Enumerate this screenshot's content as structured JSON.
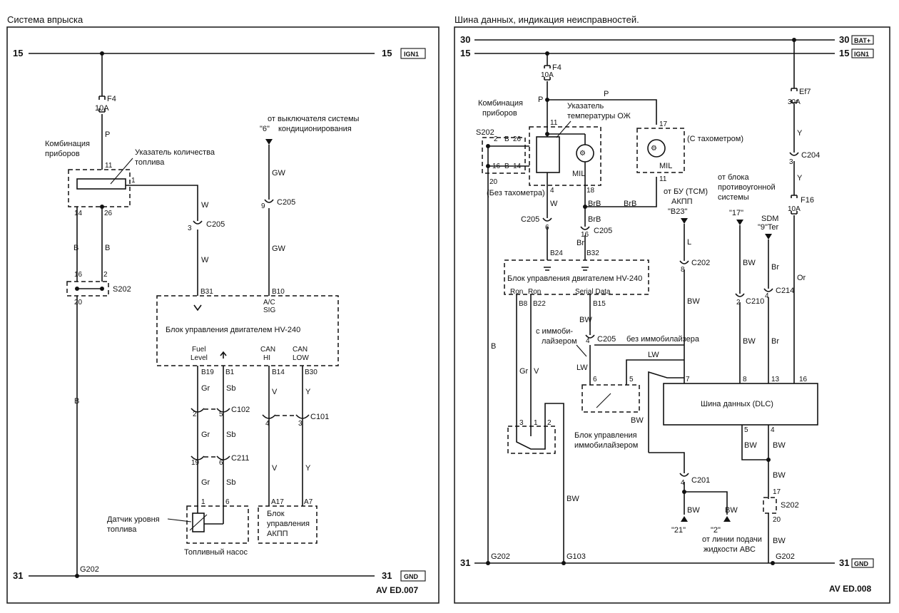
{
  "left": {
    "title": "Система впрыска",
    "bus_top": {
      "left_num": "15",
      "right_num": "15",
      "tag": "IGN1"
    },
    "bus_bottom": {
      "left_num": "31",
      "right_num": "31",
      "tag": "GND"
    },
    "fuse": {
      "name": "F4",
      "rating": "10A"
    },
    "wire_p": "P",
    "cluster_label_1": "Комбинация",
    "cluster_label_2": "приборов",
    "fuel_gauge_1": "Указатель количества",
    "fuel_gauge_2": "топлива",
    "pins": {
      "p11": "11",
      "p1": "1",
      "p14": "14",
      "p26": "26",
      "p16": "16",
      "p2": "2",
      "p20": "20",
      "pB31": "B31",
      "pB10": "B10",
      "pB19": "B19",
      "pB1": "B1",
      "pB14": "B14",
      "pB30": "B30",
      "c3": "3",
      "c9": "9",
      "c2": "2",
      "c5": "5",
      "c19": "19",
      "c6": "6",
      "c4": "4",
      "c3b": "3",
      "p1b": "1",
      "p6b": "6",
      "pA17": "A17",
      "pA7": "A7"
    },
    "wires": {
      "B1": "B",
      "B2": "B",
      "W1": "W",
      "W2": "W",
      "GW1": "GW",
      "GW2": "GW",
      "Gr1": "Gr",
      "Sb1": "Sb",
      "Gr2": "Gr",
      "Sb2": "Sb",
      "Gr3": "Gr",
      "Sb3": "Sb",
      "V1": "V",
      "Y1": "Y",
      "V2": "V",
      "Y2": "Y",
      "B3": "B"
    },
    "c205": "C205",
    "c205b": "C205",
    "s202": "S202",
    "c102": "C102",
    "c211": "C211",
    "c101": "C101",
    "ac_from_1": "от выключателя системы",
    "ac_from_2": "кондиционирования",
    "ac_pin": "\"6\"",
    "ecu_label": "Блок управления двигателем HV-240",
    "ac_sig_1": "A/C",
    "ac_sig_2": "SIG",
    "fuel_level_1": "Fuel",
    "fuel_level_2": "Level",
    "can_hi_1": "CAN",
    "can_hi_2": "HI",
    "can_low_1": "CAN",
    "can_low_2": "LOW",
    "sensor_1": "Датчик уровня",
    "sensor_2": "топлива",
    "pump": "Топливный насос",
    "tcm_1": "Блок",
    "tcm_2": "управления",
    "tcm_3": "АКПП",
    "ground": "G202",
    "ref": "AV ED.007"
  },
  "right": {
    "title": "Шина данных, индикация неисправностей.",
    "bus_30": {
      "left_num": "30",
      "right_num": "30",
      "tag": "BAT+"
    },
    "bus_15": {
      "left_num": "15",
      "right_num": "15",
      "tag": "IGN1"
    },
    "bus_31": {
      "left_num": "31",
      "right_num": "31",
      "tag": "GND"
    },
    "fuse_f4": {
      "name": "F4",
      "rating": "10A"
    },
    "fuse_ef7": {
      "name": "Ef7",
      "rating": "30A"
    },
    "fuse_f16": {
      "name": "F16",
      "rating": "10A"
    },
    "wire_p1": "P",
    "wire_p2": "P",
    "cluster_1": "Комбинация",
    "cluster_2": "приборов",
    "temp_1": "Указатель",
    "temp_2": "температуры ОЖ",
    "tacho": "(С тахометром)",
    "no_tacho": "(Без тахометра)",
    "mil": "MIL",
    "mil2": "MIL",
    "s202": "S202",
    "s202b": "S202",
    "pins": {
      "p11": "11",
      "p17": "17",
      "p2": "2",
      "p26": "26",
      "p16": "16",
      "p14": "14",
      "p20": "20",
      "p4": "4",
      "p18": "18",
      "p11b": "11",
      "c6": "6",
      "c16": "16",
      "pB24": "B24",
      "pB32": "B32",
      "pB8": "B8",
      "pB22": "B22",
      "pB15": "B15",
      "c4": "4",
      "c8": "8",
      "p6": "6",
      "p5": "5",
      "p7": "7",
      "p8": "8",
      "p13": "13",
      "p16b": "16",
      "c3": "3",
      "c2": "2",
      "c4b": "4",
      "p5b": "5",
      "p4b": "4",
      "c4c": "4",
      "p17b": "17",
      "p20b": "20",
      "i3": "3",
      "i1": "1",
      "i2": "2"
    },
    "wires": {
      "B_": "B",
      "B_2": "B",
      "B_3": "B",
      "W": "W",
      "BrB1": "BrB",
      "BrB2": "BrB",
      "Br": "Br",
      "Gr": "Gr",
      "V": "V",
      "BW1": "BW",
      "LW1": "LW",
      "LW2": "LW",
      "BW2": "BW",
      "L": "L",
      "BW3": "BW",
      "BW4": "BW",
      "BW5": "BW",
      "Br2": "Br",
      "Br3": "Br",
      "Y1": "Y",
      "Y2": "Y",
      "Or": "Or",
      "BW6": "BW",
      "BW7": "BW",
      "BW8": "BW",
      "BW9": "BW",
      "BW10": "BW",
      "BW11": "BW"
    },
    "c205a": "C205",
    "c205b": "C205",
    "c205c": "C205",
    "c202": "C202",
    "c210": "C210",
    "c214": "C214",
    "c204": "C204",
    "c201": "C201",
    "tcm_1": "от БУ (ТСМ)",
    "tcm_2": "АКПП",
    "tcm_pin": "\"B23\"",
    "abs_1": "от блока",
    "abs_2": "противоугонной",
    "abs_3": "системы",
    "abs_pin": "\"17\"",
    "sdm_1": "SDM",
    "sdm_2": "\"9\"Ter",
    "ecu_label": "Блок управления двигателем HV-240",
    "ron1": "Ron",
    "ron2": "Ron",
    "serial": "Serial Data",
    "immo_yes_1": "с иммоби-",
    "immo_yes_2": "лайзером",
    "immo_no": "без иммобилайзера",
    "immo_unit_1": "Блок управления",
    "immo_unit_2": "иммобилайзером",
    "dlc": "Шина данных (DLC)",
    "p21": "\"21\"",
    "p2q": "\"2\"",
    "abs_feed_1": "от линии подачи",
    "abs_feed_2": "жидкости АВС",
    "g202a": "G202",
    "g103": "G103",
    "g202b": "G202",
    "ref": "AV ED.008"
  }
}
